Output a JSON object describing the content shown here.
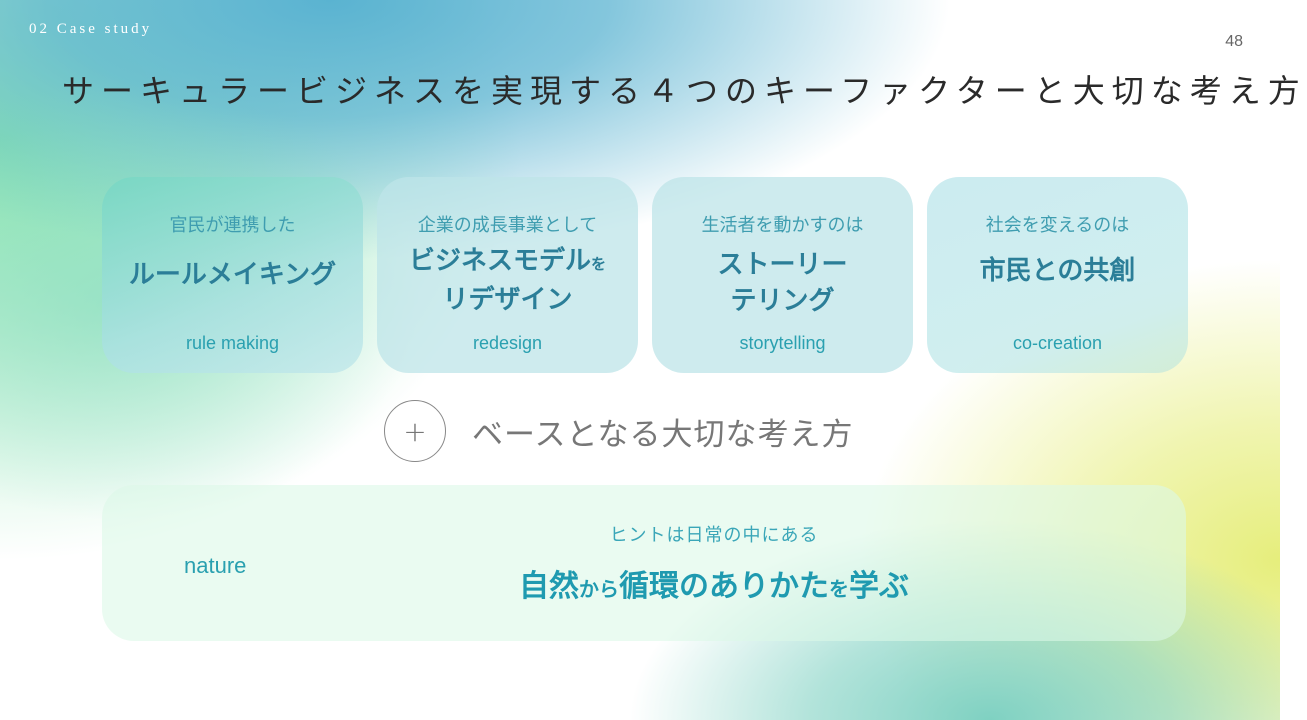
{
  "header": {
    "section_label": "02 Case study",
    "page_number": "48",
    "title": "サーキュラービジネスを実現する４つのキーファクターと大切な考え方"
  },
  "factors": [
    {
      "lead": "官民が連携した",
      "main_parts": [
        "ルールメイキング"
      ],
      "en": "rule making"
    },
    {
      "lead": "企業の成長事業として",
      "main_parts": [
        "ビジネスモデル",
        "を",
        "リデザイン"
      ],
      "en": "redesign"
    },
    {
      "lead": "生活者を動かすのは",
      "main_parts": [
        "ストーリー",
        "テリング"
      ],
      "en": "storytelling"
    },
    {
      "lead": "社会を変えるのは",
      "main_parts": [
        "市民との共創"
      ],
      "en": "co-creation"
    }
  ],
  "base": {
    "plus_icon": "plus-icon",
    "heading": "ベースとなる大切な考え方",
    "en": "nature",
    "lead": "ヒントは日常の中にある",
    "main_parts": [
      "自然",
      "から",
      "循環のありかた",
      "を",
      "学ぶ"
    ]
  },
  "colors": {
    "card_text": "#2b7e98",
    "accent_text": "#2aa0b0",
    "title_text": "#2a2a2a",
    "bg_green": "#8ee6b0",
    "bg_blue": "#5ab3d1",
    "bg_yellow": "#e6ee7c"
  }
}
